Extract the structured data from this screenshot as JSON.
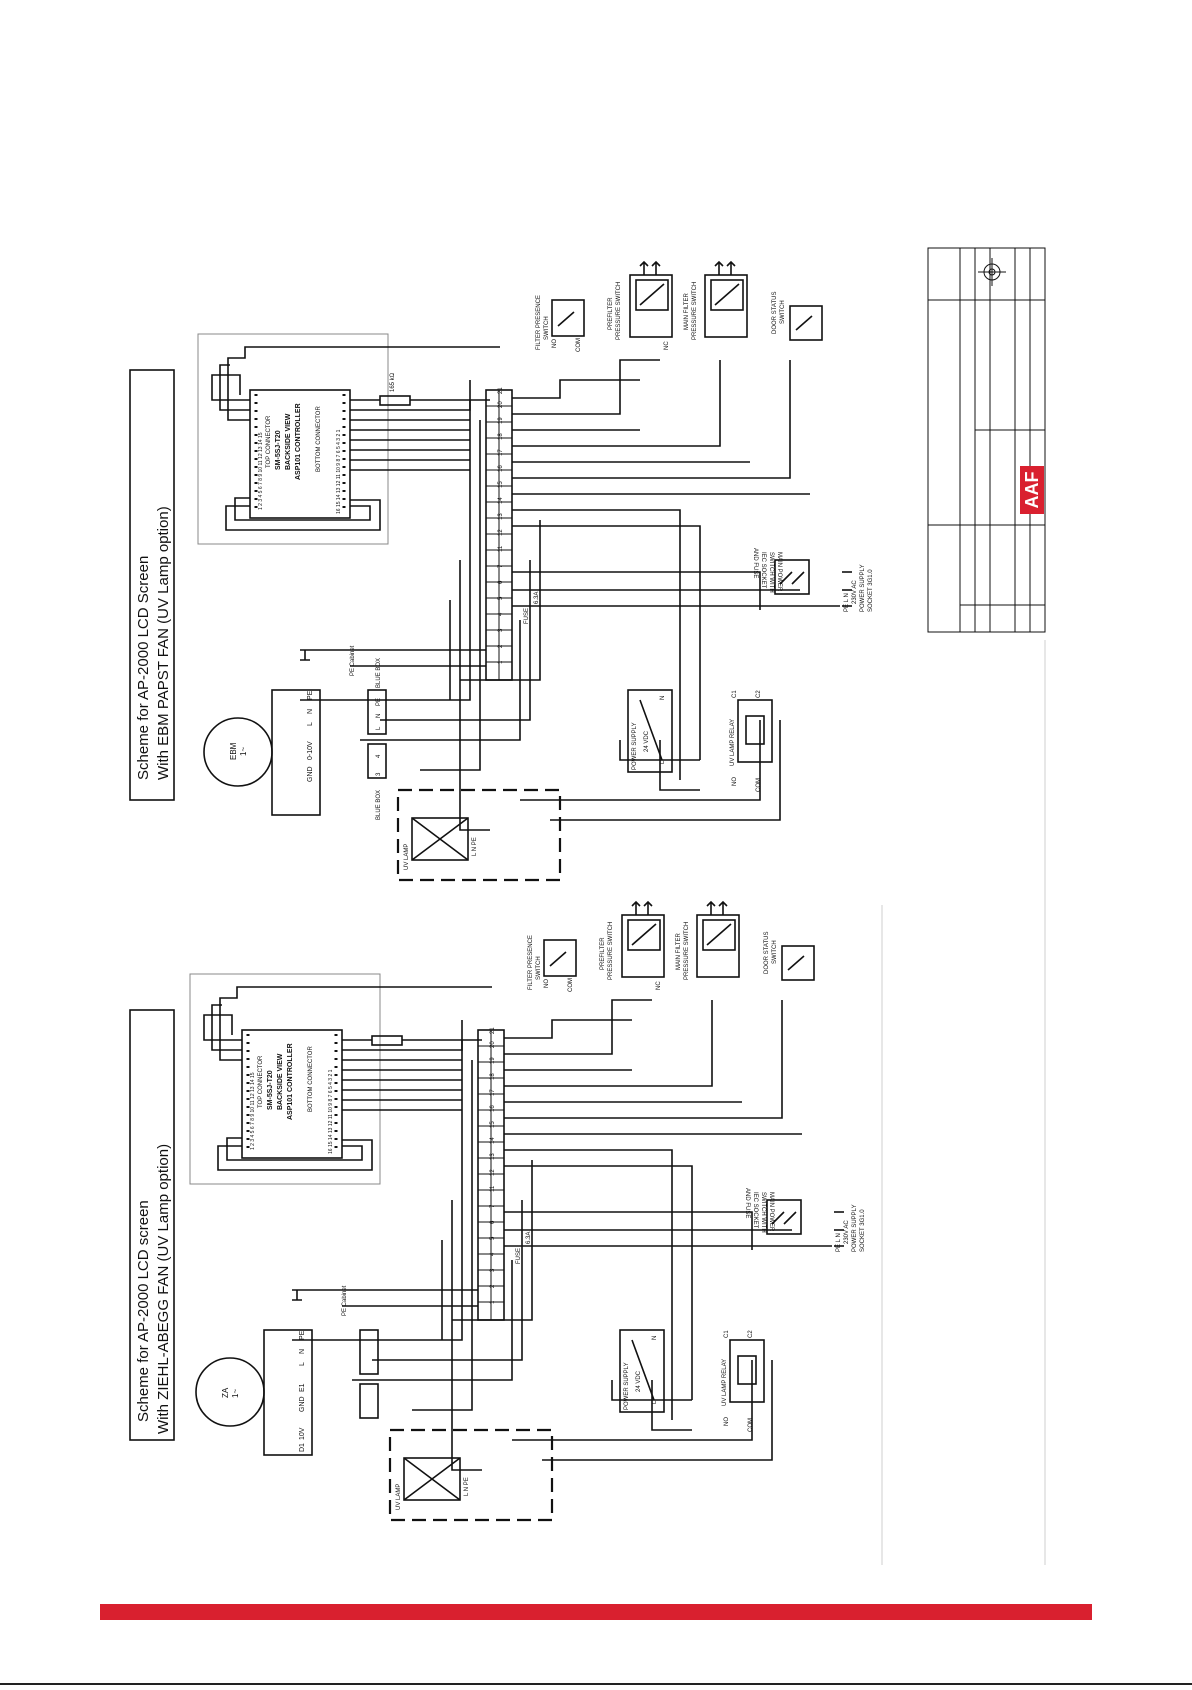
{
  "colors": {
    "accent": "#d9202f",
    "ink": "#111111",
    "frame": "#888888"
  },
  "logo": {
    "text": "AAF"
  },
  "schemes": [
    {
      "id": "ebm",
      "title_line1": "Scheme for AP-2000 LCD Screen",
      "title_line2": "With EBM PAPST FAN (UV Lamp option)",
      "fan": {
        "name": "EBM",
        "phase": "1~",
        "pins": [
          "PE",
          "N",
          "L",
          "0-10V",
          "GND"
        ]
      },
      "controller": {
        "model": "SM-5SJ-T20",
        "view": "BACKSIDE VIEW",
        "name": "ASP101 CONTROLLER",
        "top": "TOP CONNECTOR",
        "bottom": "BOTTOM CONNECTOR"
      },
      "top_pins": "1 2 3 4 5 6 7 8 9 10 11 12 13 14 15",
      "bottom_pins": "16 15 14 13 12 11 10 9 8 7 6 5 4 3 2 1",
      "resistor": "165 kΩ",
      "terminals": [
        "1",
        "2",
        "3",
        "4",
        "5",
        "6",
        "7",
        "11",
        "12",
        "13",
        "14",
        "15",
        "16",
        "17",
        "18",
        "19",
        "20",
        "21"
      ],
      "blue_box_1": "BLUE BOX",
      "blue_box_1_pins": [
        "L",
        "N",
        "PE"
      ],
      "blue_box_2": "BLUE BOX",
      "blue_box_2_pins": [
        "3",
        "4"
      ],
      "pe_cabinet": "PE Cabinet",
      "fuse": "FUSE",
      "fuse_rating": "6.3A",
      "uv_lamp": "UV LAMP",
      "uv_lamp_pins": "L N PE",
      "power_supply": "POWER SUPPLY",
      "power_supply_out": "24 VDC",
      "ps_pins": [
        "N",
        "L",
        "+",
        "−"
      ],
      "uv_relay": "UV LAMP RELAY",
      "relay_pins": [
        "NO",
        "COM",
        "C1",
        "C2"
      ],
      "main_power": [
        "MAIN POWER",
        "SWITCH WITH",
        "IEC SOCKET",
        "AND FUSE"
      ],
      "supply": [
        "PE   L   N",
        "230V AC",
        "POWER SUPPLY",
        "SOCKET 3G1.0"
      ],
      "filter_presence": [
        "FILTER PRESENCE",
        "SWITCH"
      ],
      "prefilter": [
        "PREFILTER",
        "PRESSURE SWITCH"
      ],
      "main_filter": [
        "MAIN FILTER",
        "PRESSURE SWITCH"
      ],
      "door_status": [
        "DOOR STATUS",
        "SWITCH"
      ],
      "sw_pins": [
        "NO",
        "COM",
        "NC"
      ]
    },
    {
      "id": "za",
      "title_line1": "Scheme for AP-2000  LCD screen",
      "title_line2": "With ZIEHL-ABEGG FAN (UV Lamp option)",
      "fan": {
        "name": "ZA",
        "phase": "1~",
        "pins": [
          "PE",
          "N",
          "L",
          "E1",
          "GND",
          "10V",
          "D1"
        ]
      },
      "controller": {
        "model": "SM-5SJ-T20",
        "view": "BACKSIDE VIEW",
        "name": "ASP101 CONTROLLER",
        "top": "TOP CONNECTOR",
        "bottom": "BOTTOM CONNECTOR"
      },
      "top_pins": "1 2 3 4 5 6 7 8 9 10 11 12 13 14 15",
      "bottom_pins": "16 15 14 13 12 11 10 9 8 7 6 5 4 3 2 1",
      "terminals": [
        "1",
        "2",
        "3",
        "4",
        "5",
        "6",
        "7",
        "11",
        "12",
        "13",
        "14",
        "15",
        "16",
        "17",
        "18",
        "19",
        "20",
        "21"
      ],
      "pe_cabinet": "PE Cabinet",
      "fuse": "FUSE",
      "fuse_rating": "6.3A",
      "uv_lamp": "UV LAMP",
      "uv_lamp_pins": "L N PE",
      "power_supply": "POWER SUPPLY",
      "power_supply_out": "24 VDC",
      "ps_pins": [
        "N",
        "L",
        "+",
        "−"
      ],
      "uv_relay": "UV LAMP RELAY",
      "relay_pins": [
        "NO",
        "COM",
        "C1",
        "C2"
      ],
      "main_power": [
        "MAIN POWER",
        "SWITCH WITH",
        "IEC SOCKET",
        "AND FUSE"
      ],
      "supply": [
        "PE   L   N",
        "230V AC",
        "POWER SUPPLY",
        "SOCKET 3G1.0"
      ],
      "filter_presence": [
        "FILTER PRESENCE",
        "SWITCH"
      ],
      "prefilter": [
        "PREFILTER",
        "PRESSURE SWITCH"
      ],
      "main_filter": [
        "MAIN FILTER",
        "PRESSURE SWITCH"
      ],
      "door_status": [
        "DOOR STATUS",
        "SWITCH"
      ],
      "sw_pins": [
        "NO",
        "COM",
        "NC"
      ]
    }
  ]
}
